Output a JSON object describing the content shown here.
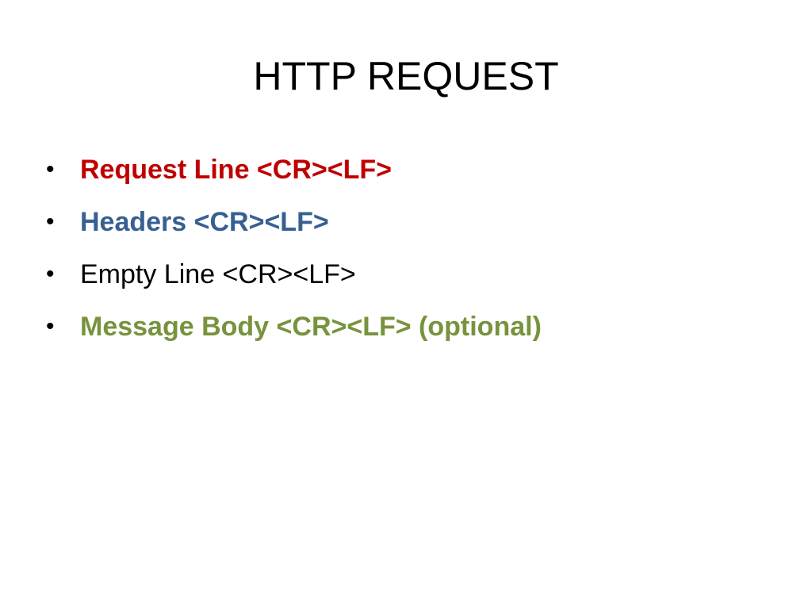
{
  "slide": {
    "title": "HTTP REQUEST",
    "bullets": [
      {
        "text": "Request Line <CR><LF>",
        "color": "#c00000",
        "bold": true
      },
      {
        "text": "Headers <CR><LF>",
        "color": "#376092",
        "bold": true
      },
      {
        "text": "Empty Line <CR><LF>",
        "color": "#000000",
        "bold": false
      },
      {
        "text": "Message Body <CR><LF> (optional)",
        "color": "#77933c",
        "bold": true
      }
    ],
    "bullet_glyph": "•"
  }
}
